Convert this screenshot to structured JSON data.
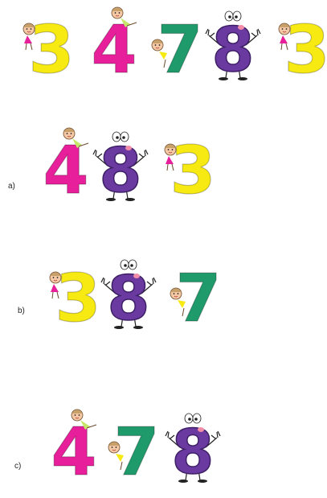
{
  "colors": {
    "3": "#f7ea12",
    "4": "#e81f9a",
    "7": "#1f9a6b",
    "8": "#6b3aa0"
  },
  "top_row": {
    "digits": [
      "3",
      "4",
      "7",
      "8",
      "3"
    ]
  },
  "options": [
    {
      "label": "a)",
      "digits": [
        "4",
        "8",
        "3"
      ]
    },
    {
      "label": "b)",
      "digits": [
        "3",
        "8",
        "7"
      ]
    },
    {
      "label": "c)",
      "digits": [
        "4",
        "7",
        "8"
      ]
    }
  ],
  "icons": {
    "3": "number-three-with-child-icon",
    "4": "number-four-with-child-icon",
    "7": "number-seven-with-child-icon",
    "8": "number-eight-cartoon-character-icon"
  }
}
